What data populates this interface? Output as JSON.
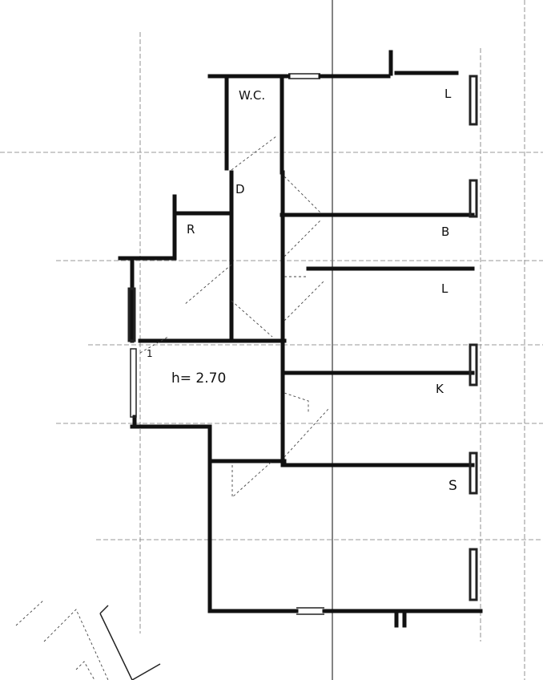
{
  "plan": {
    "rooms": {
      "wc": "W.C.",
      "top_room": "L",
      "corridor": "D",
      "storage": "R",
      "bedroom": "B",
      "living": "L",
      "kitchen": "K",
      "salon": "S",
      "hall_marker": "1",
      "ceiling_height": "h= 2.70"
    },
    "colors": {
      "ink": "#111111",
      "paper": "#ffffff"
    }
  }
}
